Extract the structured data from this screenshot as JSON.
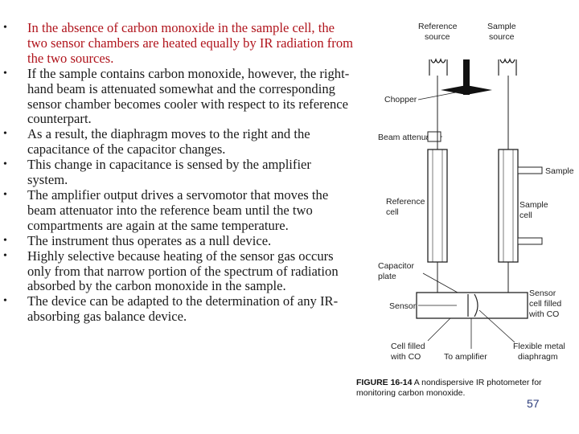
{
  "bullets": [
    "In the absence of carbon monoxide in the sample cell, the two sensor chambers are heated equally by IR radiation from the two sources.",
    " If the sample contains carbon monoxide, however, the right-hand beam is attenuated somewhat and the corresponding sensor chamber becomes cooler with respect to its reference counterpart.",
    "As a result, the diaphragm moves to the right and the capacitance of the capacitor changes.",
    "This change in capacitance is sensed by the amplifier system.",
    "The amplifier output drives a servomotor that moves the beam attenuator into the reference beam until the two compartments are again at the same temperature.",
    "The instrument thus operates as a null device.",
    "Highly selective because heating of the sensor gas occurs only from that narrow portion of the spectrum of radiation absorbed by the carbon monoxide in the sample.",
    "The device can be adapted to the determination of any IR-absorbing gas balance device."
  ],
  "bullet_symbol": "•",
  "colors": {
    "first_bullet_text": "#b0141c",
    "body_text": "#1a1a1a",
    "page_number": "#2b3b7a"
  },
  "figure": {
    "labels": {
      "reference_source": [
        "Reference",
        "source"
      ],
      "sample_source": [
        "Sample",
        "source"
      ],
      "chopper": "Chopper",
      "beam_attenuator": "Beam attenuator",
      "sample": "Sample",
      "reference_cell": [
        "Reference",
        "cell"
      ],
      "sample_cell": [
        "Sample",
        "cell"
      ],
      "capacitor_plate": [
        "Capacitor",
        "plate"
      ],
      "sensor": "Sensor",
      "sensor_cell": [
        "Sensor",
        "cell filled",
        "with CO"
      ],
      "cell_filled": [
        "Cell filled",
        "with CO"
      ],
      "to_amplifier": "To amplifier",
      "flexible_metal": [
        "Flexible metal",
        "diaphragm"
      ]
    },
    "caption_number": "FIGURE 16-14",
    "caption_text": " A nondispersive IR photometer for monitoring carbon monoxide."
  },
  "page_number": "57"
}
